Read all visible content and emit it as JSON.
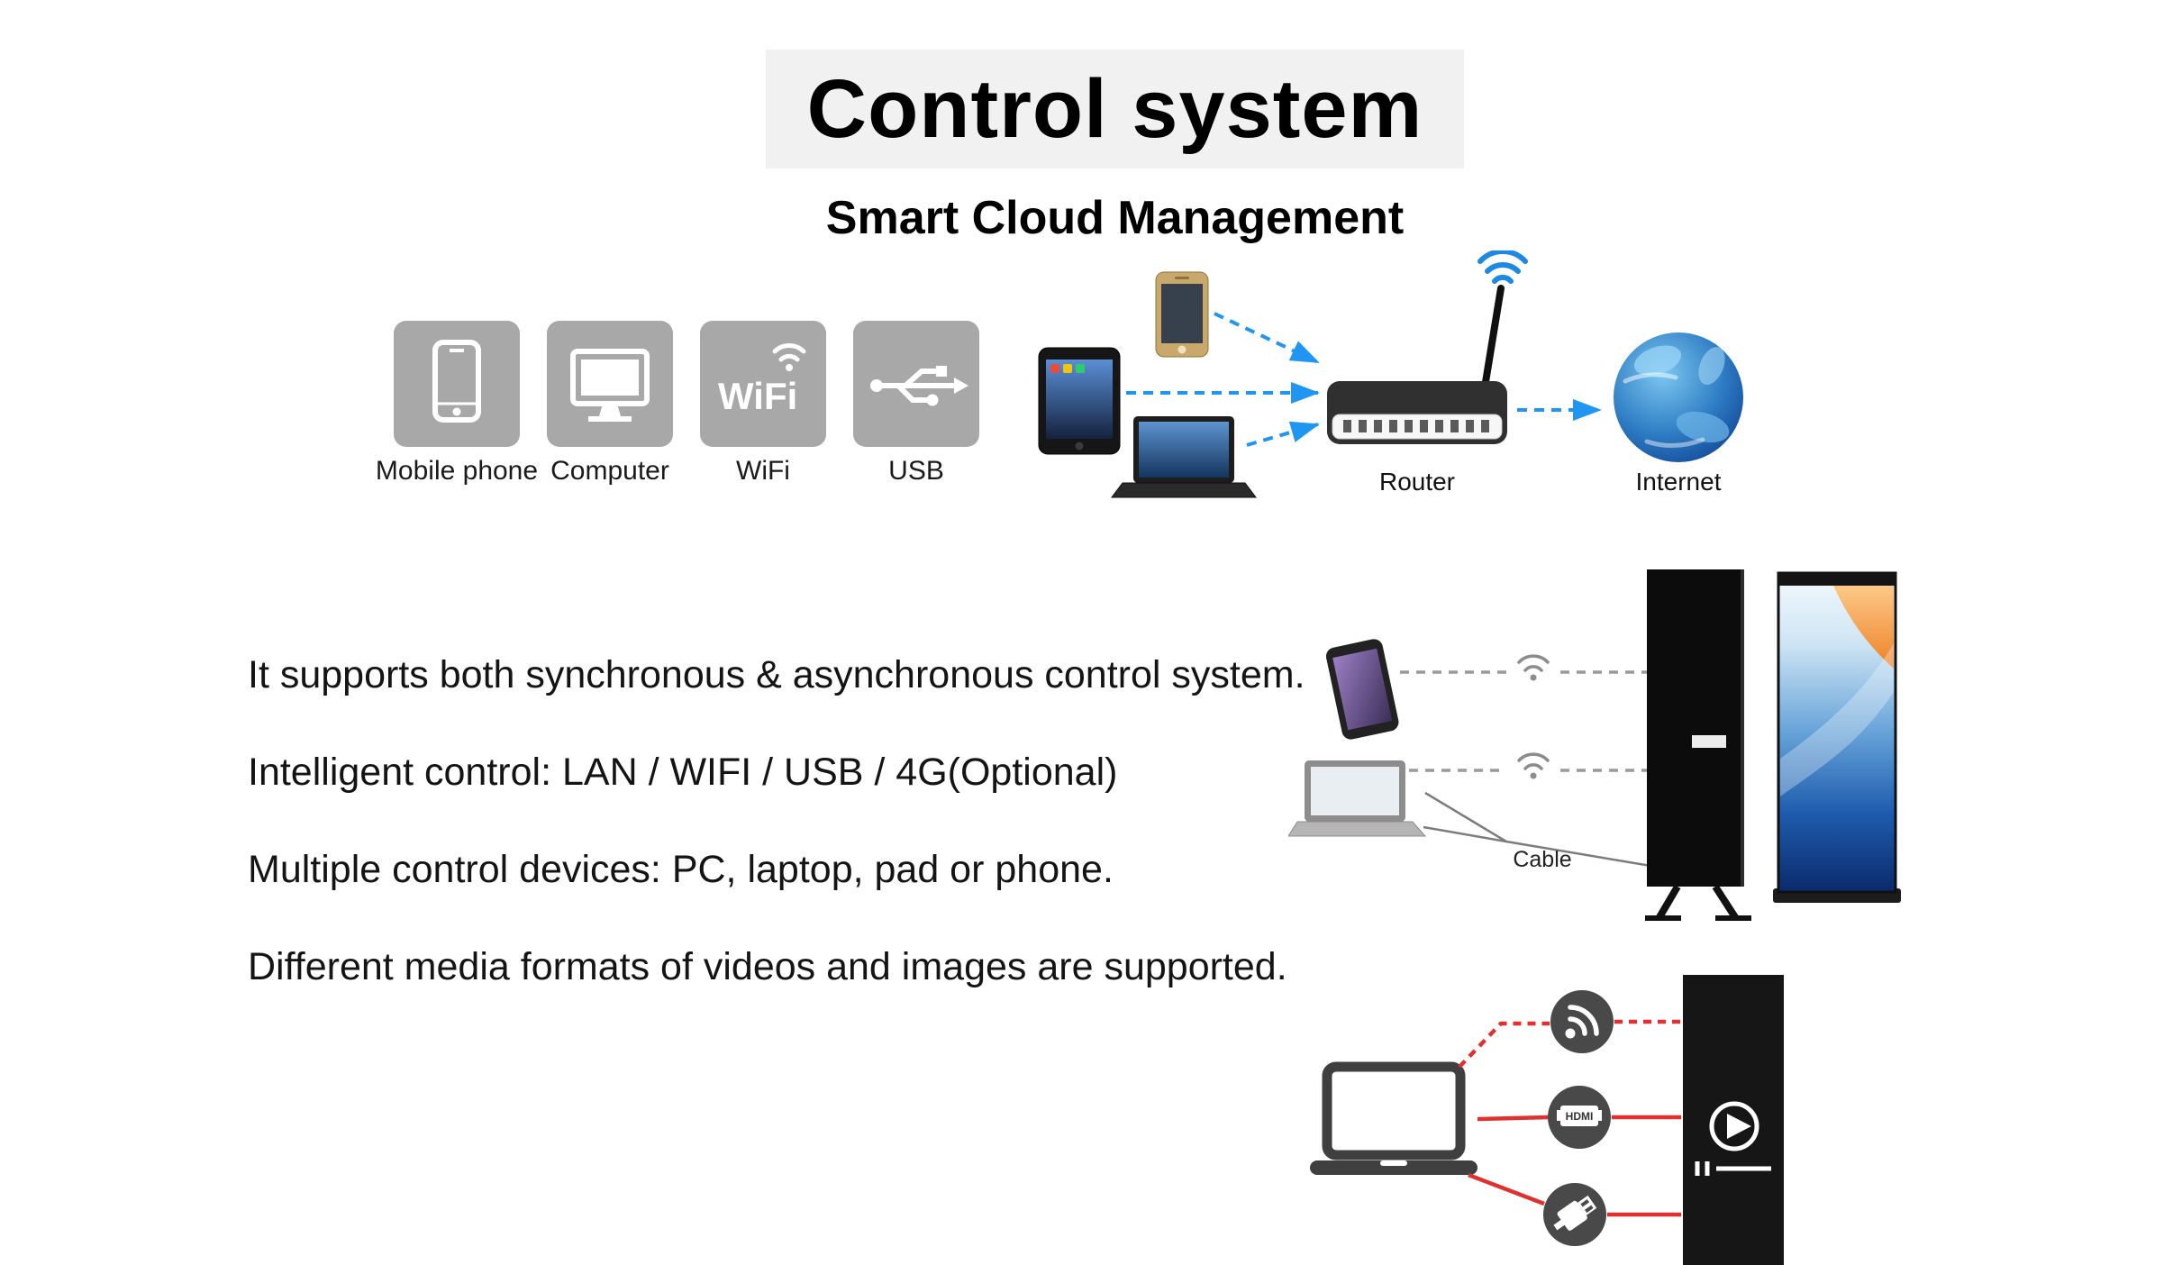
{
  "header": {
    "title": "Control system",
    "subtitle": "Smart Cloud Management"
  },
  "connectivity": {
    "items": [
      {
        "label": "Mobile phone"
      },
      {
        "label": "Computer"
      },
      {
        "label": "WiFi",
        "icon_text": "WiFi"
      },
      {
        "label": "USB"
      }
    ]
  },
  "network_diagram": {
    "router_label": "Router",
    "internet_label": "Internet"
  },
  "features": {
    "paragraphs": [
      "It supports both synchronous & asynchronous control system.",
      "Intelligent control: LAN / WIFI / USB / 4G(Optional)",
      "Multiple control devices: PC, laptop, pad or phone.",
      "Different media formats of videos and images are supported."
    ]
  },
  "wireless_diagram": {
    "cable_label": "Cable"
  },
  "ports_diagram": {
    "hdmi_label": "HDMI"
  },
  "colors": {
    "accent_blue": "#2096f3",
    "icon_gray": "#a8a8a8",
    "line_red": "#e03131",
    "banner_gray": "#f1f1f1"
  }
}
